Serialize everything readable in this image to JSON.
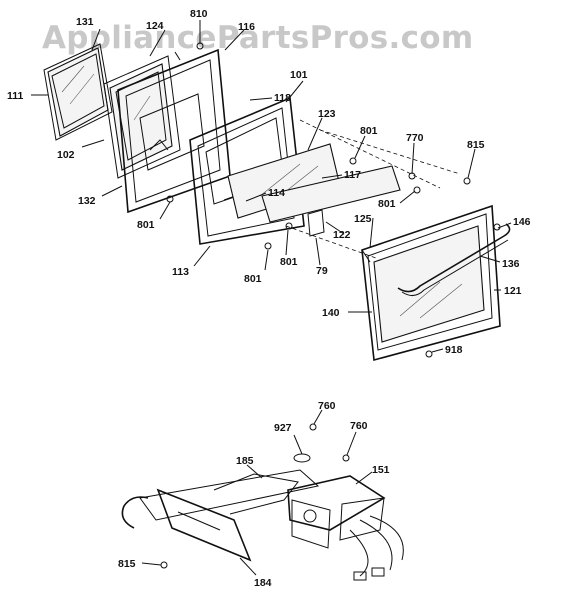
{
  "watermark": "AppliancePartsPros.com",
  "labels": {
    "p131": "131",
    "p124": "124",
    "p810": "810",
    "p116": "116",
    "p111": "111",
    "p118": "118",
    "p101": "101",
    "p102": "102",
    "p123": "123",
    "p801a": "801",
    "p770": "770",
    "p815a": "815",
    "p132": "132",
    "p117": "117",
    "p114": "114",
    "p801b": "801",
    "p801c": "801",
    "p146": "146",
    "p125": "125",
    "p122": "122",
    "p113": "113",
    "p801d": "801",
    "p79": "79",
    "p136": "136",
    "p121": "121",
    "p140": "140",
    "p918": "918",
    "p760a": "760",
    "p927": "927",
    "p760b": "760",
    "p185": "185",
    "p151": "151",
    "p815b": "815",
    "p184": "184"
  }
}
